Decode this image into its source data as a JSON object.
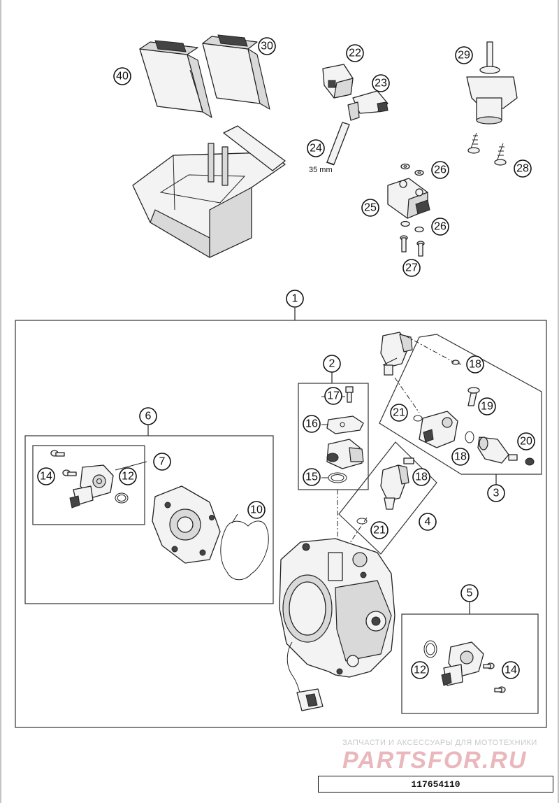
{
  "callouts": [
    "1",
    "2",
    "3",
    "4",
    "5",
    "6",
    "7",
    "10",
    "12",
    "14",
    "15",
    "16",
    "17",
    "18",
    "19",
    "20",
    "21",
    "22",
    "23",
    "24",
    "25",
    "26",
    "27",
    "28",
    "29",
    "30",
    "40"
  ],
  "dimension_label": "35 mm",
  "watermark": {
    "tagline": "ЗАПЧАСТИ И АКСЕССУАРЫ ДЛЯ МОТОТЕХНИКИ",
    "logo": "PARTSFOR.RU"
  },
  "document_number": "117654110"
}
